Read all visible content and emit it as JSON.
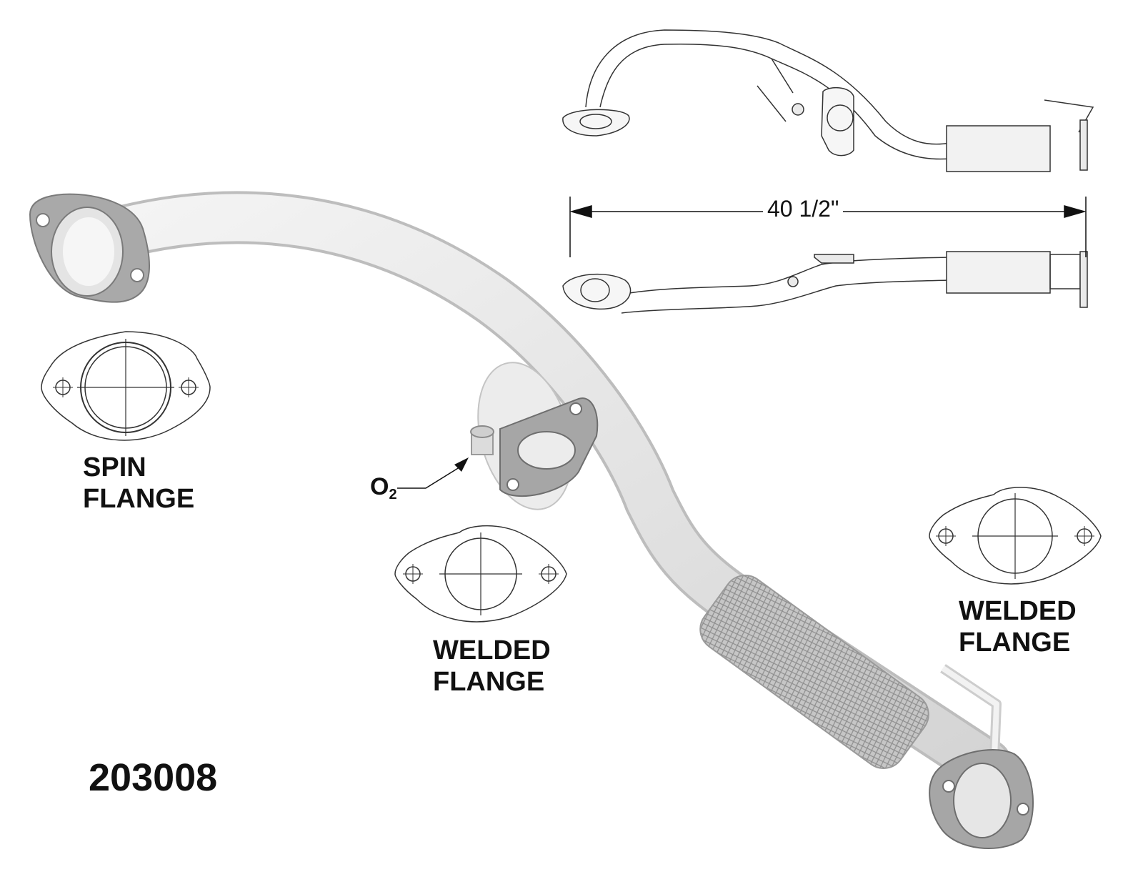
{
  "part_number": "203008",
  "dimension": "40 1/2\"",
  "o2": {
    "letter": "O",
    "subscript": "2"
  },
  "flanges": {
    "spin": {
      "line1": "SPIN",
      "line2": "FLANGE"
    },
    "welded_mid": {
      "line1": "WELDED",
      "line2": "FLANGE"
    },
    "welded_right": {
      "line1": "WELDED",
      "line2": "FLANGE"
    }
  },
  "colors": {
    "pipe": "#e6e6e6",
    "flange": "#a8a8a8",
    "outline": "#222222",
    "mesh": "#b8b8b8"
  }
}
